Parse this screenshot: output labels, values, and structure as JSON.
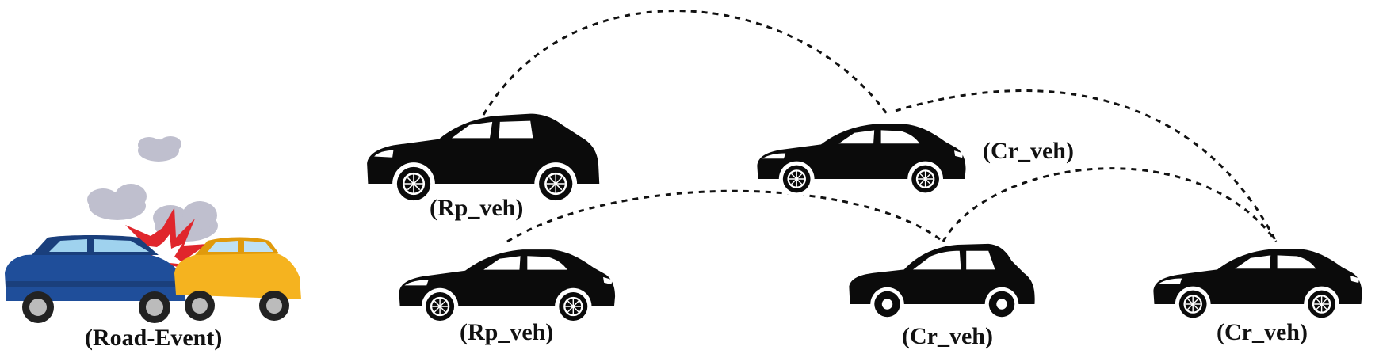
{
  "labels": {
    "road_event": "(Road-Event)",
    "rp_veh_top": "(Rp_veh)",
    "rp_veh_bottom": "(Rp_veh)",
    "cr_veh_top": "(Cr_veh)",
    "cr_veh_mid": "(Cr_veh)",
    "cr_veh_right": "(Cr_veh)"
  },
  "colors": {
    "vehicle": "#0b0b0b",
    "link": "#111111",
    "crash_blue": "#1f4e9a",
    "crash_yellow": "#f5b31f",
    "explosion_red": "#e0262c",
    "smoke": "#b9b9c9"
  },
  "icons": [
    "crash-scene-icon",
    "car-silhouette-icon",
    "dashed-link"
  ]
}
